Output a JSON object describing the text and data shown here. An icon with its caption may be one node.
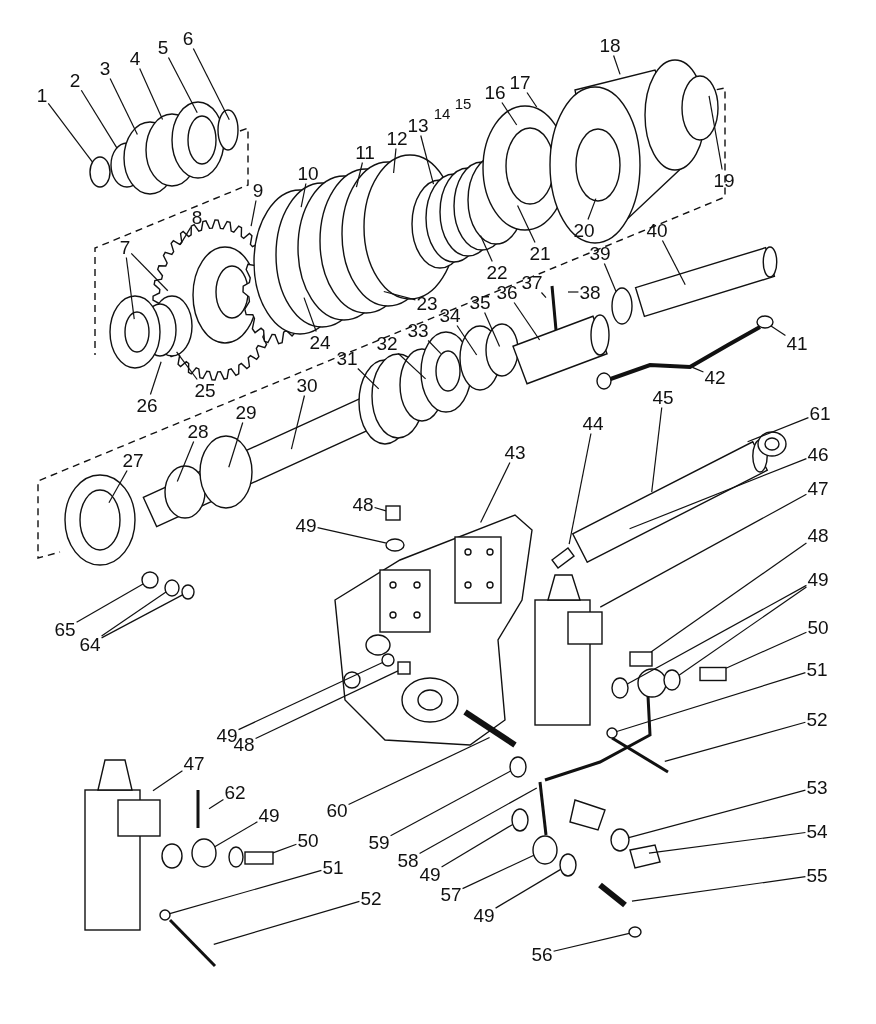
{
  "diagram": {
    "nodes": [
      {
        "text": [
          "1"
        ]
      },
      {
        "text": [
          "2"
        ]
      },
      {
        "text": [
          "3"
        ]
      },
      {
        "text": [
          "4"
        ]
      },
      {
        "text": [
          "5"
        ]
      },
      {
        "text": [
          "6"
        ]
      },
      {
        "text": [
          "18"
        ]
      },
      {
        "text": [
          "16"
        ]
      },
      {
        "text": [
          "17"
        ]
      },
      {
        "text": [
          "13"
        ]
      },
      {
        "text": [
          "12"
        ]
      },
      {
        "text": [
          "11"
        ]
      },
      {
        "text": [
          "10"
        ]
      },
      {
        "text": [
          "9"
        ]
      },
      {
        "text": [
          "8"
        ]
      },
      {
        "text": [
          "7"
        ]
      },
      {
        "text": [
          "19"
        ]
      },
      {
        "text": [
          "20"
        ]
      },
      {
        "text": [
          "21"
        ]
      },
      {
        "text": [
          "22"
        ]
      },
      {
        "text": [
          "23"
        ]
      },
      {
        "text": [
          "24"
        ]
      },
      {
        "text": [
          "25"
        ]
      },
      {
        "text": [
          "26"
        ]
      },
      {
        "text": [
          "40"
        ]
      },
      {
        "text": [
          "39"
        ]
      },
      {
        "text": [
          "38"
        ]
      },
      {
        "text": [
          "37"
        ]
      },
      {
        "text": [
          "36"
        ]
      },
      {
        "text": [
          "35"
        ]
      },
      {
        "text": [
          "34"
        ]
      },
      {
        "text": [
          "33"
        ]
      },
      {
        "text": [
          "32"
        ]
      },
      {
        "text": [
          "31"
        ]
      },
      {
        "text": [
          "30"
        ]
      },
      {
        "text": [
          "29"
        ]
      },
      {
        "text": [
          "28"
        ]
      },
      {
        "text": [
          "27"
        ]
      },
      {
        "text": [
          "41"
        ]
      },
      {
        "text": [
          "42"
        ]
      },
      {
        "text": [
          "45"
        ]
      },
      {
        "text": [
          "61"
        ]
      },
      {
        "text": [
          "43"
        ]
      },
      {
        "text": [
          "44"
        ]
      },
      {
        "text": [
          "46"
        ]
      },
      {
        "text": [
          "47"
        ]
      },
      {
        "text": [
          "48"
        ]
      },
      {
        "text": [
          "49"
        ]
      },
      {
        "text": [
          "48"
        ]
      },
      {
        "text": [
          "49"
        ]
      },
      {
        "text": [
          "50"
        ]
      },
      {
        "text": [
          "51"
        ]
      },
      {
        "text": [
          "52"
        ]
      },
      {
        "text": [
          "65"
        ]
      },
      {
        "text": [
          "64"
        ]
      },
      {
        "text": [
          "49"
        ]
      },
      {
        "text": [
          "48"
        ]
      },
      {
        "text": [
          "53"
        ]
      },
      {
        "text": [
          "47"
        ]
      },
      {
        "text": [
          "62"
        ]
      },
      {
        "text": [
          "49"
        ]
      },
      {
        "text": [
          "50"
        ]
      },
      {
        "text": [
          "54"
        ]
      },
      {
        "text": [
          "60"
        ]
      },
      {
        "text": [
          "59"
        ]
      },
      {
        "text": [
          "58"
        ]
      },
      {
        "text": [
          "55"
        ]
      },
      {
        "text": [
          "51"
        ]
      },
      {
        "text": [
          "49"
        ]
      },
      {
        "text": [
          "57"
        ]
      },
      {
        "text": [
          "49"
        ]
      },
      {
        "text": [
          "52"
        ]
      },
      {
        "text": [
          "56"
        ]
      },
      {
        "text": [],
        "shape": "circle"
      },
      {
        "text": [],
        "shape": "circle"
      },
      {
        "text": [],
        "shape": "circle"
      },
      {
        "text": [],
        "shape": "box"
      },
      {
        "text": [],
        "shape": "circle"
      },
      {
        "text": [],
        "shape": "circle"
      },
      {
        "text": [],
        "shape": "circle"
      },
      {
        "text": [],
        "shape": "circle"
      },
      {
        "text": [],
        "shape": "box"
      },
      {
        "text": [],
        "shape": "circle"
      },
      {
        "text": [],
        "shape": "box"
      },
      {
        "text": [],
        "shape": "box"
      },
      {
        "text": [],
        "shape": "circle"
      },
      {
        "text": [],
        "shape": "circle"
      },
      {
        "text": [],
        "shape": "circle"
      },
      {
        "text": [],
        "shape": "circle"
      },
      {
        "text": [],
        "shape": "circle"
      },
      {
        "text": [],
        "shape": "circle"
      },
      {
        "text": [],
        "shape": "circle"
      },
      {
        "text": [],
        "shape": "circle"
      },
      {
        "text": [],
        "shape": "box"
      },
      {
        "text": [],
        "shape": "circle"
      },
      {
        "text": [],
        "shape": "circle"
      },
      {
        "text": [],
        "shape": "circle"
      }
    ],
    "edges": [
      {
        "from": 0,
        "to": 73,
        "arrow": "none"
      },
      {
        "from": 1,
        "to": null,
        "arrow": "none"
      },
      {
        "from": 2,
        "to": null,
        "arrow": "none"
      },
      {
        "from": 3,
        "to": null,
        "arrow": "none"
      },
      {
        "from": 4,
        "to": null,
        "arrow": "none"
      },
      {
        "from": 5,
        "to": null,
        "arrow": "none"
      },
      {
        "from": 6,
        "to": null,
        "arrow": "none"
      },
      {
        "from": 7,
        "to": null,
        "arrow": "none"
      },
      {
        "from": 8,
        "to": null,
        "arrow": "none"
      },
      {
        "from": 9,
        "to": null,
        "arrow": "none"
      },
      {
        "from": 10,
        "to": null,
        "arrow": "none"
      },
      {
        "from": 11,
        "to": null,
        "arrow": "none"
      },
      {
        "from": 12,
        "to": null,
        "arrow": "none"
      },
      {
        "from": 13,
        "to": null,
        "arrow": "none"
      },
      {
        "from": 14,
        "to": null,
        "arrow": "none"
      },
      {
        "from": 15,
        "to": null,
        "arrow": "none"
      },
      {
        "from": 15,
        "to": null,
        "arrow": "none"
      },
      {
        "from": 16,
        "to": null,
        "arrow": "none"
      },
      {
        "from": 17,
        "to": null,
        "arrow": "none"
      },
      {
        "from": 18,
        "to": null,
        "arrow": "none"
      },
      {
        "from": 19,
        "to": null,
        "arrow": "none"
      },
      {
        "from": 20,
        "to": null,
        "arrow": "none"
      },
      {
        "from": 21,
        "to": null,
        "arrow": "none"
      },
      {
        "from": 22,
        "to": null,
        "arrow": "none"
      },
      {
        "from": 23,
        "to": null,
        "arrow": "none"
      },
      {
        "from": 24,
        "to": null,
        "arrow": "none"
      },
      {
        "from": 25,
        "to": 74,
        "arrow": "none"
      },
      {
        "from": 26,
        "to": null,
        "arrow": "none"
      },
      {
        "from": 27,
        "to": null,
        "arrow": "none"
      },
      {
        "from": 28,
        "to": null,
        "arrow": "none"
      },
      {
        "from": 29,
        "to": null,
        "arrow": "none"
      },
      {
        "from": 30,
        "to": null,
        "arrow": "none"
      },
      {
        "from": 31,
        "to": null,
        "arrow": "none"
      },
      {
        "from": 32,
        "to": null,
        "arrow": "none"
      },
      {
        "from": 33,
        "to": null,
        "arrow": "none"
      },
      {
        "from": 34,
        "to": null,
        "arrow": "none"
      },
      {
        "from": 35,
        "to": null,
        "arrow": "none"
      },
      {
        "from": 36,
        "to": null,
        "arrow": "none"
      },
      {
        "from": 37,
        "to": null,
        "arrow": "none"
      },
      {
        "from": 38,
        "to": 75,
        "arrow": "none"
      },
      {
        "from": 39,
        "to": null,
        "arrow": "none"
      },
      {
        "from": 40,
        "to": null,
        "arrow": "none"
      },
      {
        "from": 41,
        "to": null,
        "arrow": "none"
      },
      {
        "from": 42,
        "to": null,
        "arrow": "none"
      },
      {
        "from": 43,
        "to": null,
        "arrow": "none"
      },
      {
        "from": 44,
        "to": null,
        "arrow": "none"
      },
      {
        "from": 45,
        "to": null,
        "arrow": "none"
      },
      {
        "from": 46,
        "to": 76,
        "arrow": "none"
      },
      {
        "from": 47,
        "to": 77,
        "arrow": "none"
      },
      {
        "from": 48,
        "to": 81,
        "arrow": "none"
      },
      {
        "from": 49,
        "to": 86,
        "arrow": "none"
      },
      {
        "from": 49,
        "to": 85,
        "arrow": "none"
      },
      {
        "from": 50,
        "to": 84,
        "arrow": "none"
      },
      {
        "from": 51,
        "to": 87,
        "arrow": "none"
      },
      {
        "from": 52,
        "to": null,
        "arrow": "none"
      },
      {
        "from": 53,
        "to": 78,
        "arrow": "none"
      },
      {
        "from": 54,
        "to": 79,
        "arrow": "none"
      },
      {
        "from": 54,
        "to": 80,
        "arrow": "none"
      },
      {
        "from": 55,
        "to": 82,
        "arrow": "none"
      },
      {
        "from": 56,
        "to": 83,
        "arrow": "none"
      },
      {
        "from": 57,
        "to": 90,
        "arrow": "none"
      },
      {
        "from": 58,
        "to": null,
        "arrow": "none"
      },
      {
        "from": 59,
        "to": null,
        "arrow": "none"
      },
      {
        "from": 60,
        "to": 92,
        "arrow": "none"
      },
      {
        "from": 61,
        "to": 93,
        "arrow": "none"
      },
      {
        "from": 62,
        "to": null,
        "arrow": "none"
      },
      {
        "from": 63,
        "to": null,
        "arrow": "none"
      },
      {
        "from": 64,
        "to": 88,
        "arrow": "none"
      },
      {
        "from": 65,
        "to": null,
        "arrow": "none"
      },
      {
        "from": 66,
        "to": null,
        "arrow": "none"
      },
      {
        "from": 67,
        "to": 95,
        "arrow": "none"
      },
      {
        "from": 68,
        "to": 89,
        "arrow": "none"
      },
      {
        "from": 69,
        "to": 91,
        "arrow": "none"
      },
      {
        "from": 70,
        "to": 94,
        "arrow": "none"
      },
      {
        "from": 71,
        "to": null,
        "arrow": "none"
      },
      {
        "from": 72,
        "to": 96,
        "arrow": "none"
      }
    ],
    "labels": [
      "14",
      "15"
    ]
  }
}
